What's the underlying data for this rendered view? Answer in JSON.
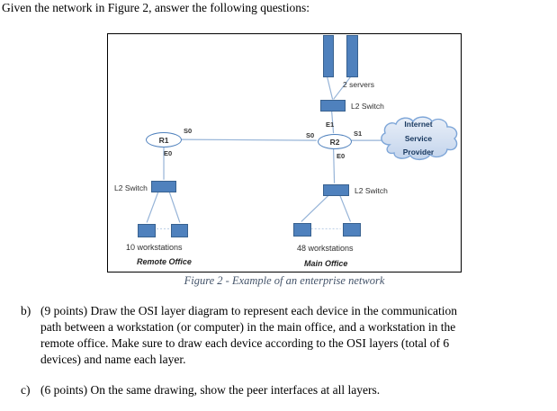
{
  "intro": "Given the network in Figure 2, answer the following questions:",
  "figure": {
    "caption": "Figure 2 - Example of an enterprise network",
    "servers_label": "2 servers",
    "switch_top_label": "L2 Switch",
    "switch_left_label": "L2 Switch",
    "switch_right_label": "L2 Switch",
    "r1": {
      "name": "R1",
      "s0": "S0",
      "e0": "E0"
    },
    "r2": {
      "name": "R2",
      "s0": "S0",
      "s1": "S1",
      "e0": "E0",
      "e1": "E1"
    },
    "isp_lines": [
      "Internet",
      "Service",
      "Provider"
    ],
    "left_group": {
      "workstations_label": "10 workstations",
      "office_label": "Remote Office"
    },
    "right_group": {
      "workstations_label": "48 workstations",
      "office_label": "Main Office"
    },
    "colors": {
      "node_fill": "#4f81bd",
      "node_border": "#38618f",
      "line": "#95b3d7",
      "line_light": "#b8cce4",
      "cloud_fill_top": "#e9eff8",
      "cloud_fill_bottom": "#c3d4ec",
      "cloud_border": "#7ea6d8",
      "cloud_text": "#17375e",
      "caption_color": "#44546a"
    }
  },
  "questions": [
    {
      "label": "b)",
      "text": "(9 points) Draw the OSI layer diagram to represent each device in the communication path between a workstation (or computer) in the main office, and a workstation in the remote office. Make sure to draw each device according to the OSI layers (total of 6 devices) and name each layer."
    },
    {
      "label": "c)",
      "text": "(6 points) On the same drawing, show the peer interfaces at all layers."
    }
  ]
}
